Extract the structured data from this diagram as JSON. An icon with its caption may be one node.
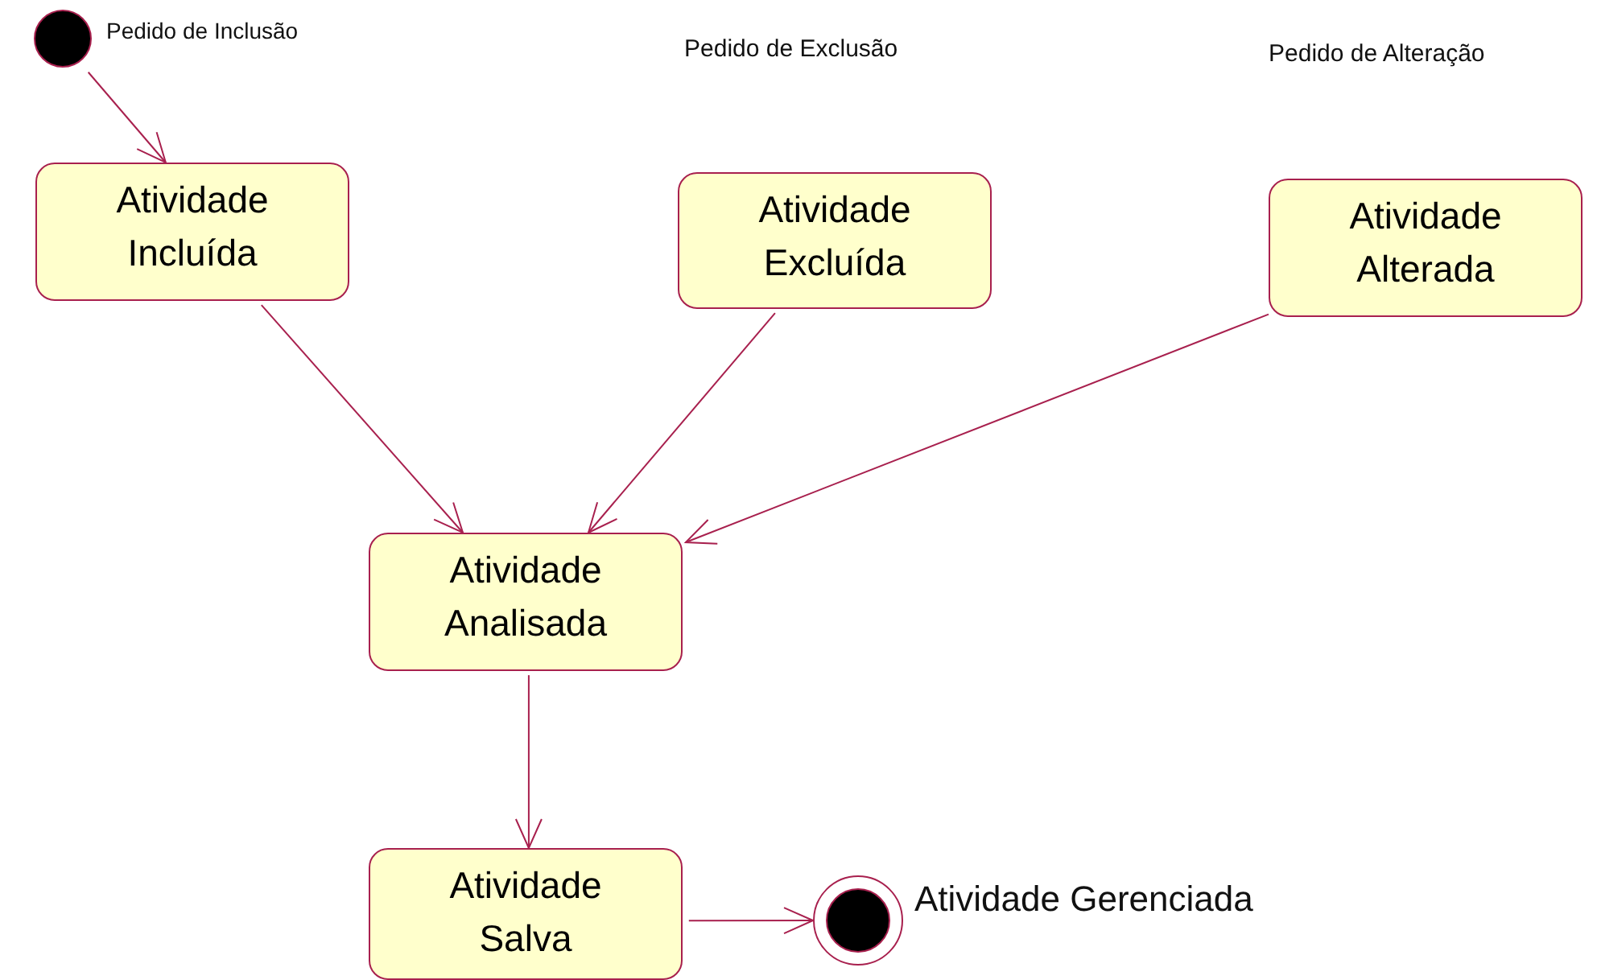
{
  "diagram": {
    "nodes": [
      {
        "text": [],
        "shape": "circle",
        "beside": [
          "Pedido de Inclusão"
        ]
      },
      {
        "text": [
          "Atividade Incluída"
        ]
      },
      {
        "text": [
          "Atividade Excluída"
        ]
      },
      {
        "text": [
          "Atividade Alterada"
        ]
      },
      {
        "text": [
          "Atividade Analisada"
        ]
      },
      {
        "text": [
          "Atividade Salva"
        ]
      },
      {
        "text": [],
        "shape": "circle",
        "beside": [
          "Atividade Gerenciada"
        ]
      }
    ],
    "edges": [
      {
        "from": 0,
        "to": 1,
        "arrow": "to"
      },
      {
        "from": 1,
        "to": 4,
        "arrow": "to"
      },
      {
        "from": 2,
        "to": 4,
        "arrow": "to"
      },
      {
        "from": 3,
        "to": 4,
        "arrow": "to"
      },
      {
        "from": 4,
        "to": 5,
        "arrow": "to"
      },
      {
        "from": 5,
        "to": 6,
        "arrow": "to"
      }
    ],
    "labels": [
      "Pedido de Exclusão",
      "Pedido de Alteração"
    ]
  }
}
